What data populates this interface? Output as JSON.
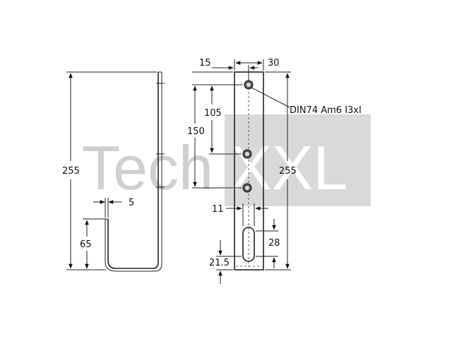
{
  "watermark": {
    "left_text": "Tech",
    "right_text": "XXL",
    "box_color": "#d9d9d9",
    "left_color": "#cfcfcf",
    "right_color": "#ffffff"
  },
  "side_view": {
    "height_label": "255",
    "hook_height_label": "65",
    "thickness_label": "5"
  },
  "front_view": {
    "hole_offset_label": "15",
    "width_label": "30",
    "screw_label": "DIN74 Am6 I3xI",
    "dist_105_label": "105",
    "dist_150_label": "150",
    "height_label": "255",
    "slot_width_label": "11",
    "slot_length_label": "28",
    "slot_bottom_label": "21.5"
  },
  "colors": {
    "line": "#222222"
  }
}
